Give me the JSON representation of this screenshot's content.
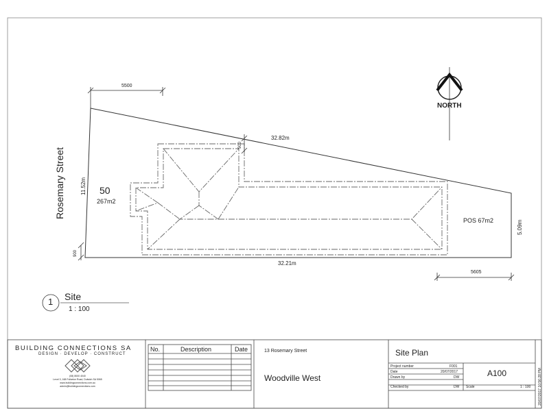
{
  "drawing": {
    "lot_number": "50",
    "lot_area": "267m2",
    "street_name": "Rosemary Street",
    "north_label": "NORTH",
    "dim_top_setback": "5500",
    "dim_top_boundary": "32.82m",
    "dim_left_boundary": "11.52m",
    "dim_eave_top": "900",
    "dim_eave_bottom": "900",
    "dim_bottom_boundary": "32.21m",
    "dim_right_boundary": "5.09m",
    "dim_rear_setback": "5605",
    "pos_label": "POS 67m2",
    "view_number": "1",
    "view_title": "Site",
    "view_scale": "1 : 100"
  },
  "title_block": {
    "company_name": "BUILDING CONNECTIONS SA",
    "company_tagline": "DESIGN · DEVELOP · CONSTRUCT",
    "company_details": [
      "(08) 8000 4040",
      "Level 3, 168 Fullarton Road, Dulwich SA 5065",
      "www.buildingconnections.com.au",
      "admin@buildingconnections.com"
    ],
    "revision_headers": {
      "no": "No.",
      "description": "Description",
      "date": "Date"
    },
    "address_line": "13 Rosemary Street",
    "suburb": "Woodville West",
    "sheet_title": "Site Plan",
    "fields": {
      "project_number_label": "Project number",
      "project_number": "F001",
      "date_label": "Date",
      "date": "20/07/2017",
      "drawn_by_label": "Drawn by",
      "drawn_by": "DW",
      "checked_by_label": "Checked by",
      "checked_by": "DW",
      "scale_label": "Scale",
      "scale": "1 : 100"
    },
    "sheet_number": "A100",
    "print_timestamp": "20/07/2017 10:56:28 PM"
  }
}
